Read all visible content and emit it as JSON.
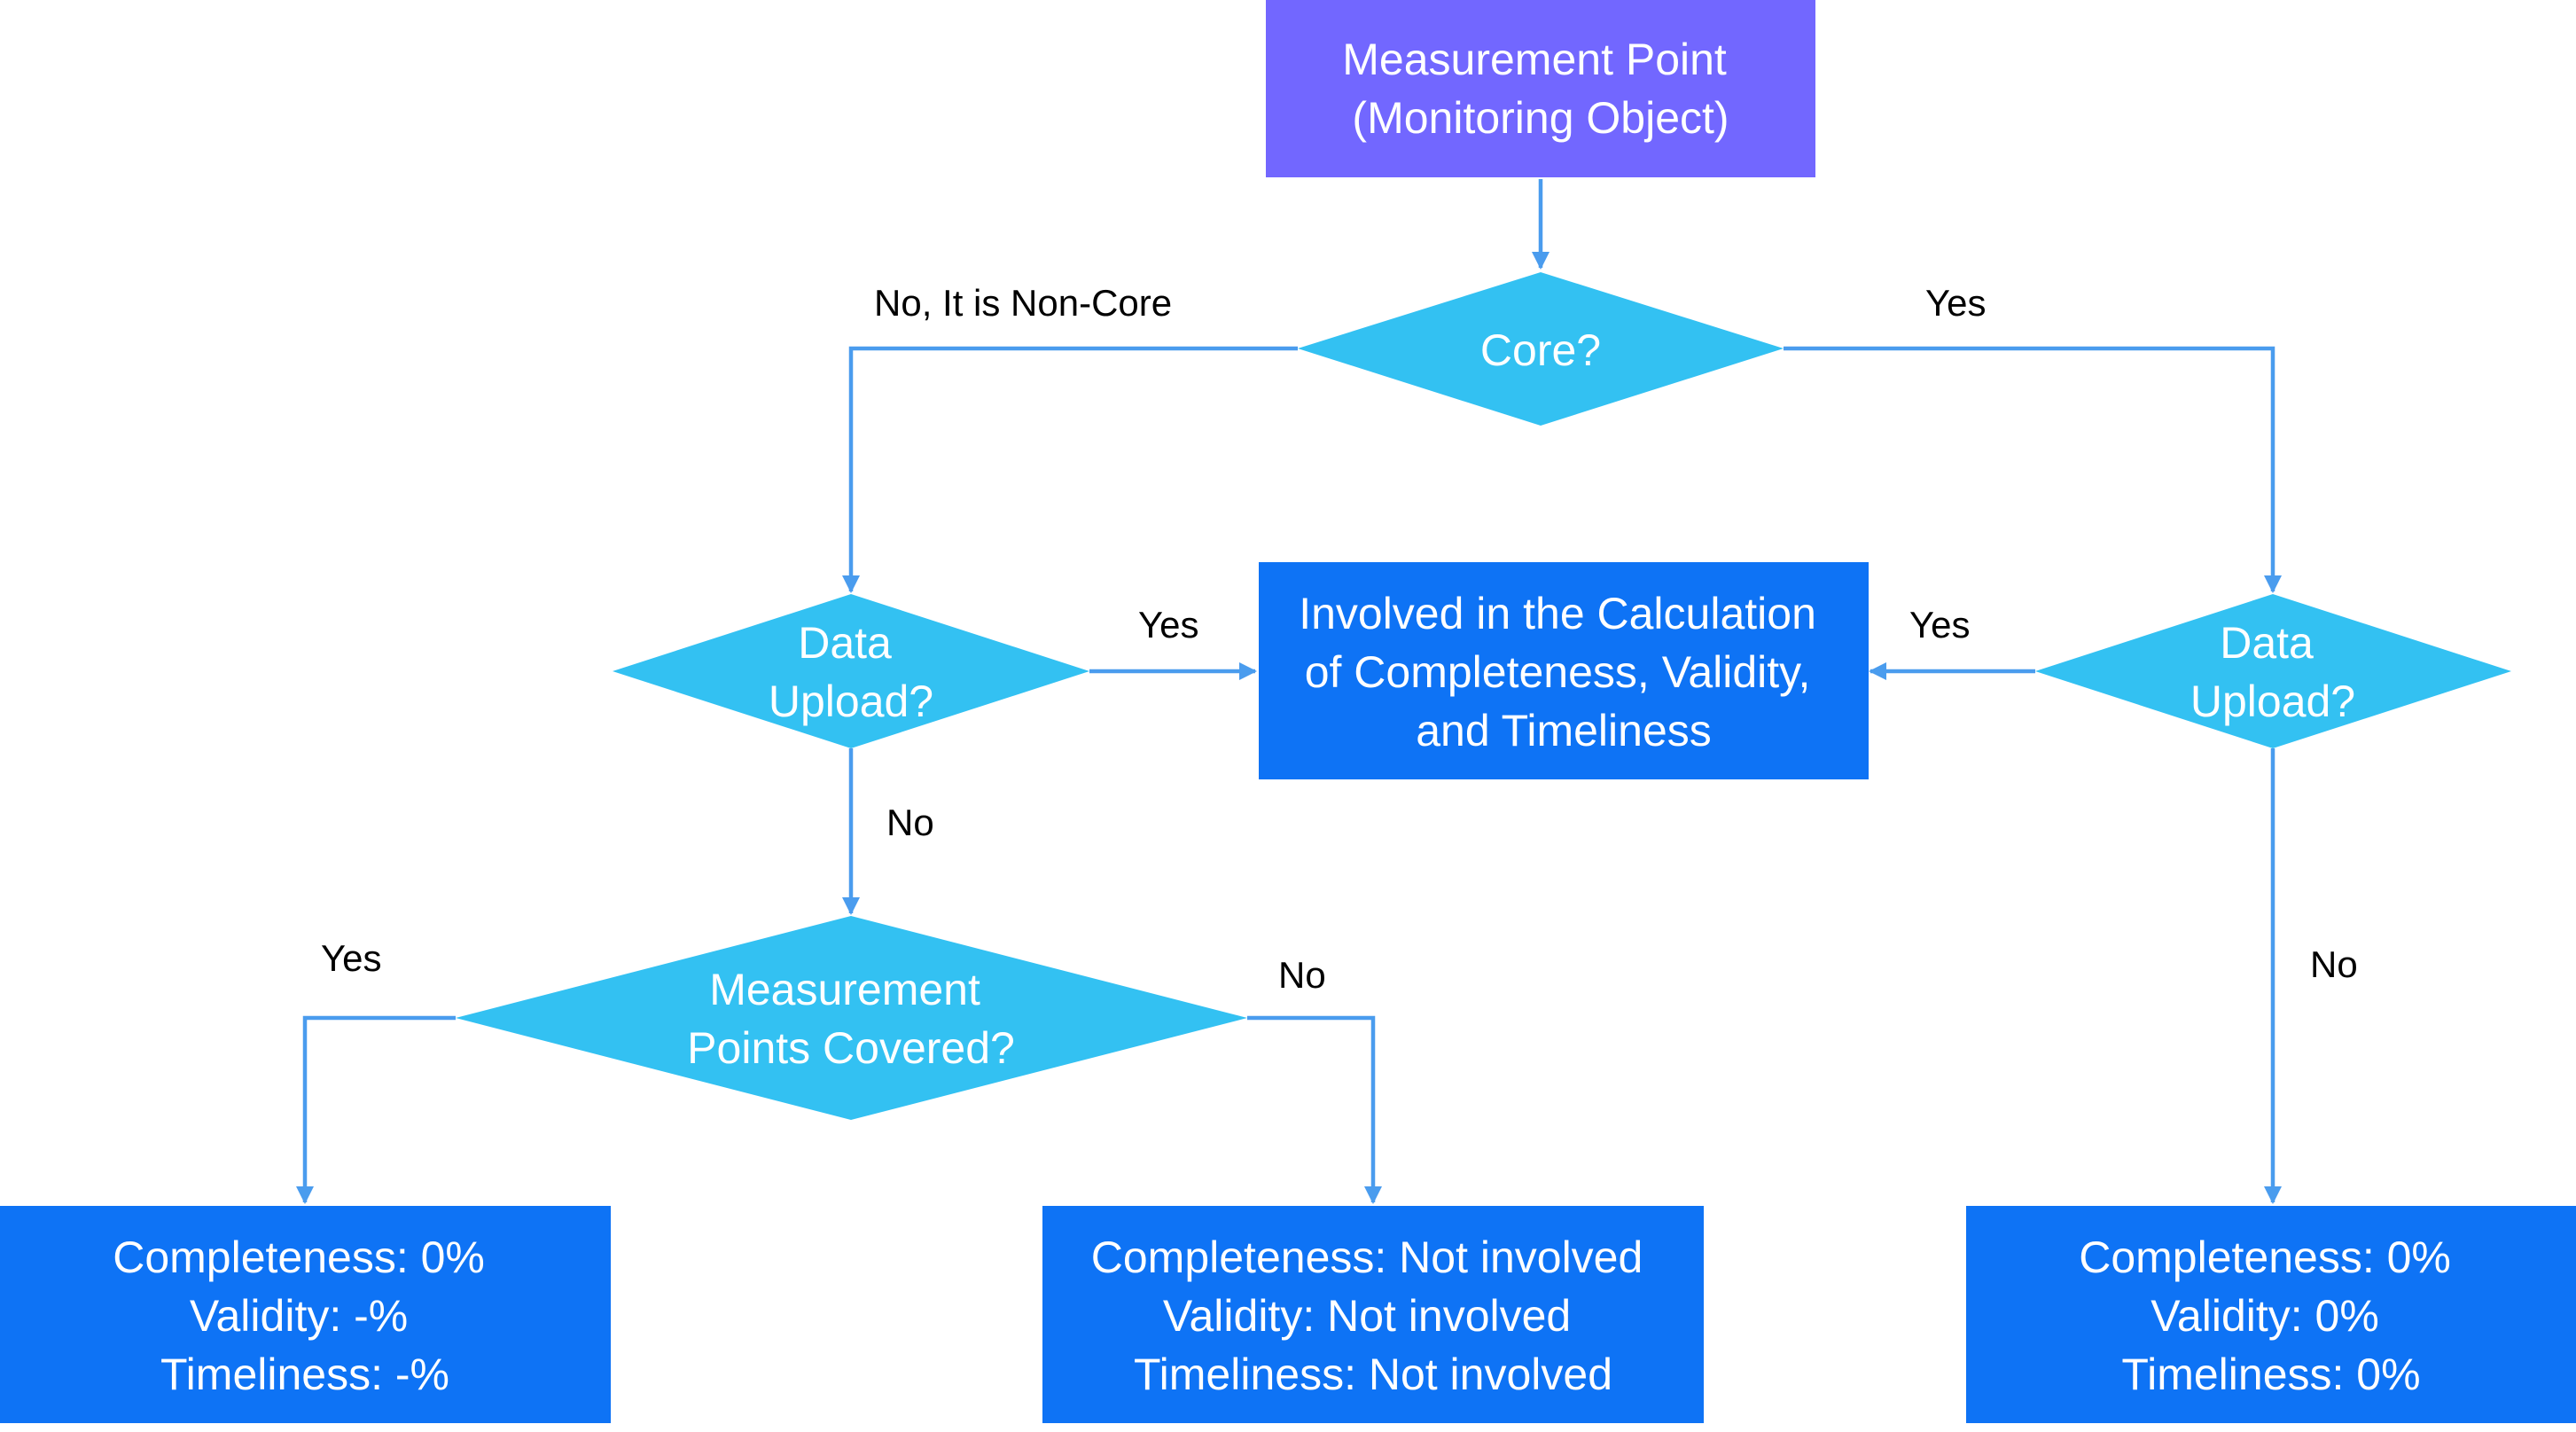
{
  "colors": {
    "start": "#7267FF",
    "decision": "#33C1F2",
    "result": "#0E73F5",
    "connector": "#4A9CEE",
    "label": "#000000"
  },
  "nodes": {
    "start": [
      "Measurement Point",
      "(Monitoring Object)"
    ],
    "core_decision": [
      "Core?"
    ],
    "upload_left": [
      "Data",
      "Upload?"
    ],
    "involved": [
      "Involved in the Calculation",
      "of Completeness, Validity,",
      "and Timeliness"
    ],
    "upload_right": [
      "Data",
      "Upload?"
    ],
    "covered_decision": [
      "Measurement",
      "Points Covered?"
    ],
    "result_covered": [
      "Completeness: 0%",
      "Validity: -%",
      "Timeliness: -%"
    ],
    "result_not_covered": [
      "Completeness: Not involved",
      "Validity: Not involved",
      "Timeliness: Not involved"
    ],
    "result_no_upload_core": [
      "Completeness: 0%",
      "Validity: 0%",
      "Timeliness: 0%"
    ]
  },
  "edge_labels": {
    "core_no": "No, It is Non-Core",
    "core_yes": "Yes",
    "upload_left_yes": "Yes",
    "upload_right_yes": "Yes",
    "upload_left_no": "No",
    "covered_yes": "Yes",
    "covered_no": "No",
    "upload_right_no": "No"
  }
}
